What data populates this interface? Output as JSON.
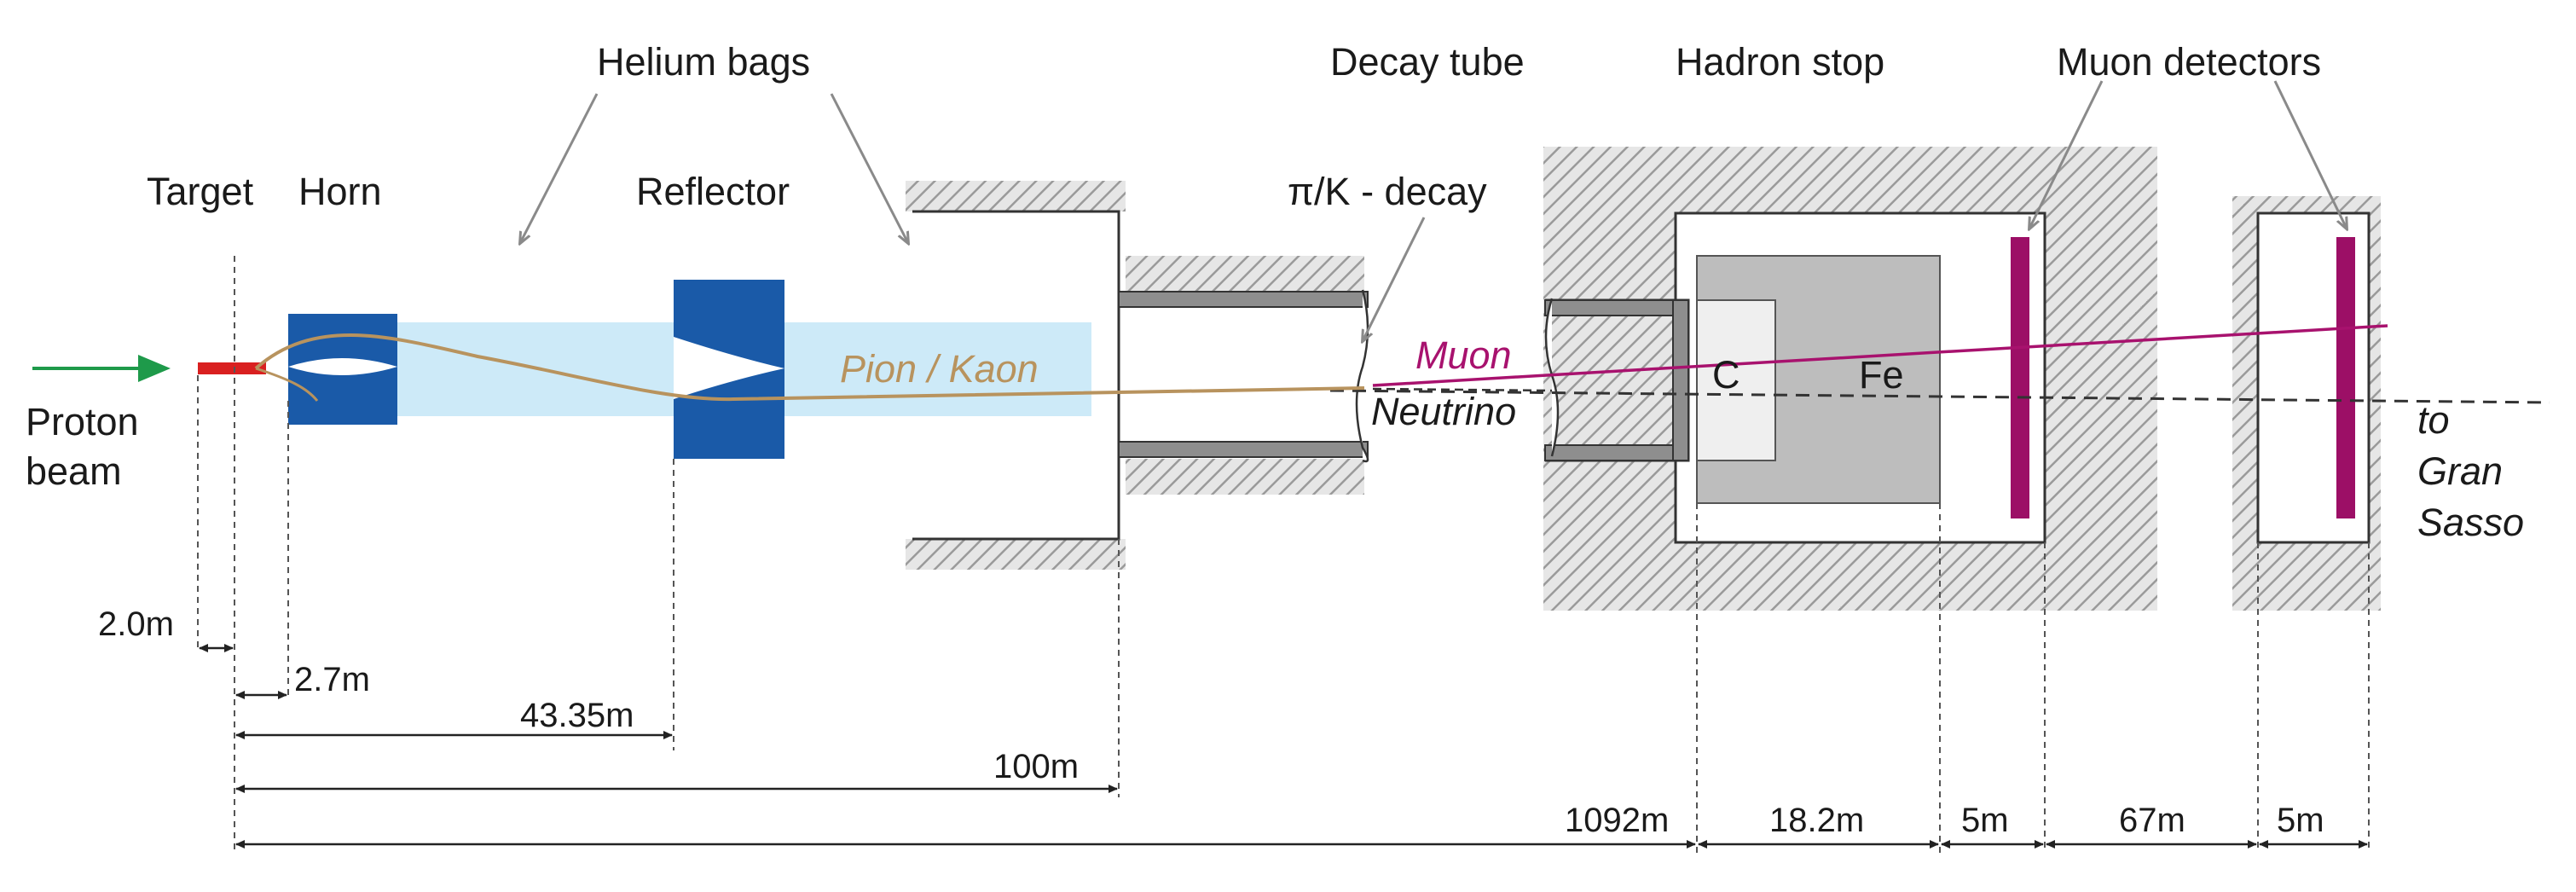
{
  "labels": {
    "proton_line1": "Proton",
    "proton_line2": "beam",
    "target": "Target",
    "horn": "Horn",
    "helium_bags": "Helium bags",
    "reflector": "Reflector",
    "decay_tube": "Decay tube",
    "pik_decay": "π/K - decay",
    "pion_kaon": "Pion / Kaon",
    "muon": "Muon",
    "neutrino": "Neutrino",
    "hadron_stop": "Hadron stop",
    "muon_detectors": "Muon detectors",
    "carbon": "C",
    "iron": "Fe",
    "dest_line1": "to",
    "dest_line2": "Gran",
    "dest_line3": "Sasso"
  },
  "dimensions": {
    "d1": "2.0m",
    "d2": "2.7m",
    "d3": "43.35m",
    "d4": "100m",
    "d5": "1092m",
    "d6": "18.2m",
    "d7": "5m",
    "d8": "67m",
    "d9": "5m"
  },
  "colors": {
    "beam_arrow": "#1e9a4a",
    "target": "#d92020",
    "magnet_blue": "#1a5aa8",
    "helium_fill": "#cdeaf8",
    "pion_track": "#b8935e",
    "muon_track": "#a8126e",
    "detector": "#9c0f66",
    "shield_hatch": "#9a9a9a",
    "iron_fill": "#bdbdbd",
    "carbon_fill": "#efefef"
  }
}
